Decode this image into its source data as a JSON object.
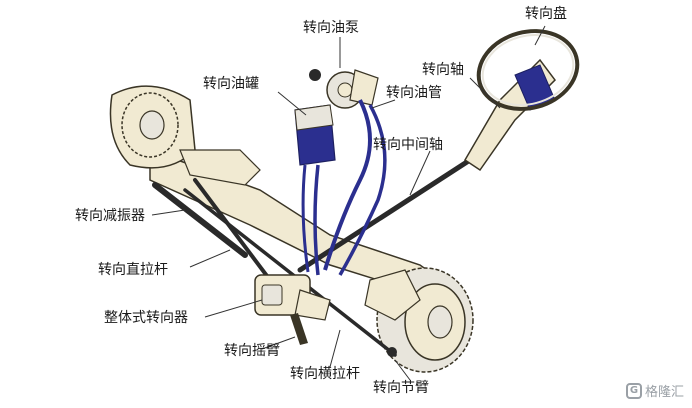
{
  "diagram": {
    "labels": {
      "steering_pump": "转向油泵",
      "steering_wheel": "转向盘",
      "steering_shaft": "转向轴",
      "reservoir": "转向油罐",
      "oil_pipe": "转向油管",
      "intermediate_shaft": "转向中间轴",
      "damper": "转向减振器",
      "drag_link": "转向直拉杆",
      "integral_gear": "整体式转向器",
      "pitman_arm": "转向摇臂",
      "tie_rod": "转向横拉杆",
      "knuckle_arm": "转向节臂"
    },
    "watermark": "格隆汇"
  },
  "colors": {
    "part_fill": "#f1ead2",
    "part_stroke": "#3a3526",
    "fluid": "#2b2f8f",
    "wheel_fill": "#e8e5dc",
    "rod": "#2a2a2a"
  }
}
